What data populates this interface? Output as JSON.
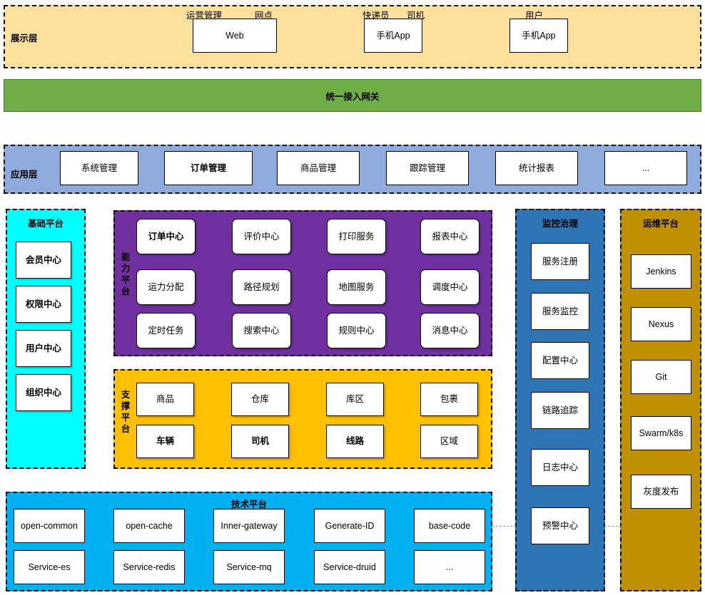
{
  "colors": {
    "presentation_bg": "#FCE19C",
    "gateway_bg": "#70AD47",
    "application_bg": "#8FAADC",
    "base_platform_bg": "#00FFFF",
    "capability_bg": "#7030A0",
    "support_bg": "#FFC000",
    "tech_bg": "#00B0F0",
    "monitor_bg": "#2E75B6",
    "ops_bg": "#BF9000",
    "node_bg": "#FFFFFF",
    "border": "#0D0D0D",
    "connector": "#9A9A9A"
  },
  "presentation": {
    "label": "展示层",
    "items": [
      {
        "captions": [
          "运营管理",
          "网点"
        ],
        "box": "Web"
      },
      {
        "captions": [
          "快递员",
          "司机"
        ],
        "box": "手机App"
      },
      {
        "captions": [
          "用户"
        ],
        "box": "手机App"
      }
    ]
  },
  "gateway": {
    "label": "统一接入网关"
  },
  "application": {
    "label": "应用层",
    "items": [
      {
        "label": "系统管理",
        "bold": false
      },
      {
        "label": "订单管理",
        "bold": true
      },
      {
        "label": "商品管理",
        "bold": false
      },
      {
        "label": "跟踪管理",
        "bold": false
      },
      {
        "label": "统计报表",
        "bold": false
      },
      {
        "label": "...",
        "bold": false
      }
    ]
  },
  "base_platform": {
    "title": "基础平台",
    "items": [
      {
        "label": "会员中心",
        "bold": true
      },
      {
        "label": "权限中心",
        "bold": true
      },
      {
        "label": "用户中心",
        "bold": true
      },
      {
        "label": "组织中心",
        "bold": true
      }
    ]
  },
  "capability_platform": {
    "label": "能力平台",
    "rows": [
      [
        {
          "label": "订单中心",
          "bold": true
        },
        {
          "label": "评价中心",
          "bold": false
        },
        {
          "label": "打印服务",
          "bold": false
        },
        {
          "label": "报表中心",
          "bold": false
        }
      ],
      [
        {
          "label": "运力分配",
          "bold": false
        },
        {
          "label": "路径规划",
          "bold": false
        },
        {
          "label": "地图服务",
          "bold": false
        },
        {
          "label": "调度中心",
          "bold": false
        }
      ],
      [
        {
          "label": "定时任务",
          "bold": false
        },
        {
          "label": "搜索中心",
          "bold": false
        },
        {
          "label": "规则中心",
          "bold": false
        },
        {
          "label": "消息中心",
          "bold": false
        }
      ]
    ]
  },
  "support_platform": {
    "label": "支撑平台",
    "rows": [
      [
        {
          "label": "商品",
          "bold": false
        },
        {
          "label": "仓库",
          "bold": false
        },
        {
          "label": "库区",
          "bold": false
        },
        {
          "label": "包裹",
          "bold": false
        }
      ],
      [
        {
          "label": "车辆",
          "bold": true
        },
        {
          "label": "司机",
          "bold": true
        },
        {
          "label": "线路",
          "bold": true
        },
        {
          "label": "区域",
          "bold": false
        }
      ]
    ]
  },
  "tech_platform": {
    "title": "技术平台",
    "rows": [
      [
        {
          "label": "open-common"
        },
        {
          "label": "open-cache"
        },
        {
          "label": "Inner-gateway"
        },
        {
          "label": "Generate-ID"
        },
        {
          "label": "base-code"
        }
      ],
      [
        {
          "label": "Service-es"
        },
        {
          "label": "Service-redis"
        },
        {
          "label": "Service-mq"
        },
        {
          "label": "Service-druid"
        },
        {
          "label": "..."
        }
      ]
    ]
  },
  "monitor_platform": {
    "title": "监控治理",
    "items": [
      {
        "label": "服务注册"
      },
      {
        "label": "服务监控"
      },
      {
        "label": "配置中心"
      },
      {
        "label": "链路追踪"
      },
      {
        "label": "日志中心"
      },
      {
        "label": "预警中心"
      }
    ]
  },
  "ops_platform": {
    "title": "运维平台",
    "items": [
      {
        "label": "Jenkins"
      },
      {
        "label": "Nexus"
      },
      {
        "label": "Git"
      },
      {
        "label": "Swarm/k8s"
      },
      {
        "label": "灰度发布"
      }
    ]
  }
}
